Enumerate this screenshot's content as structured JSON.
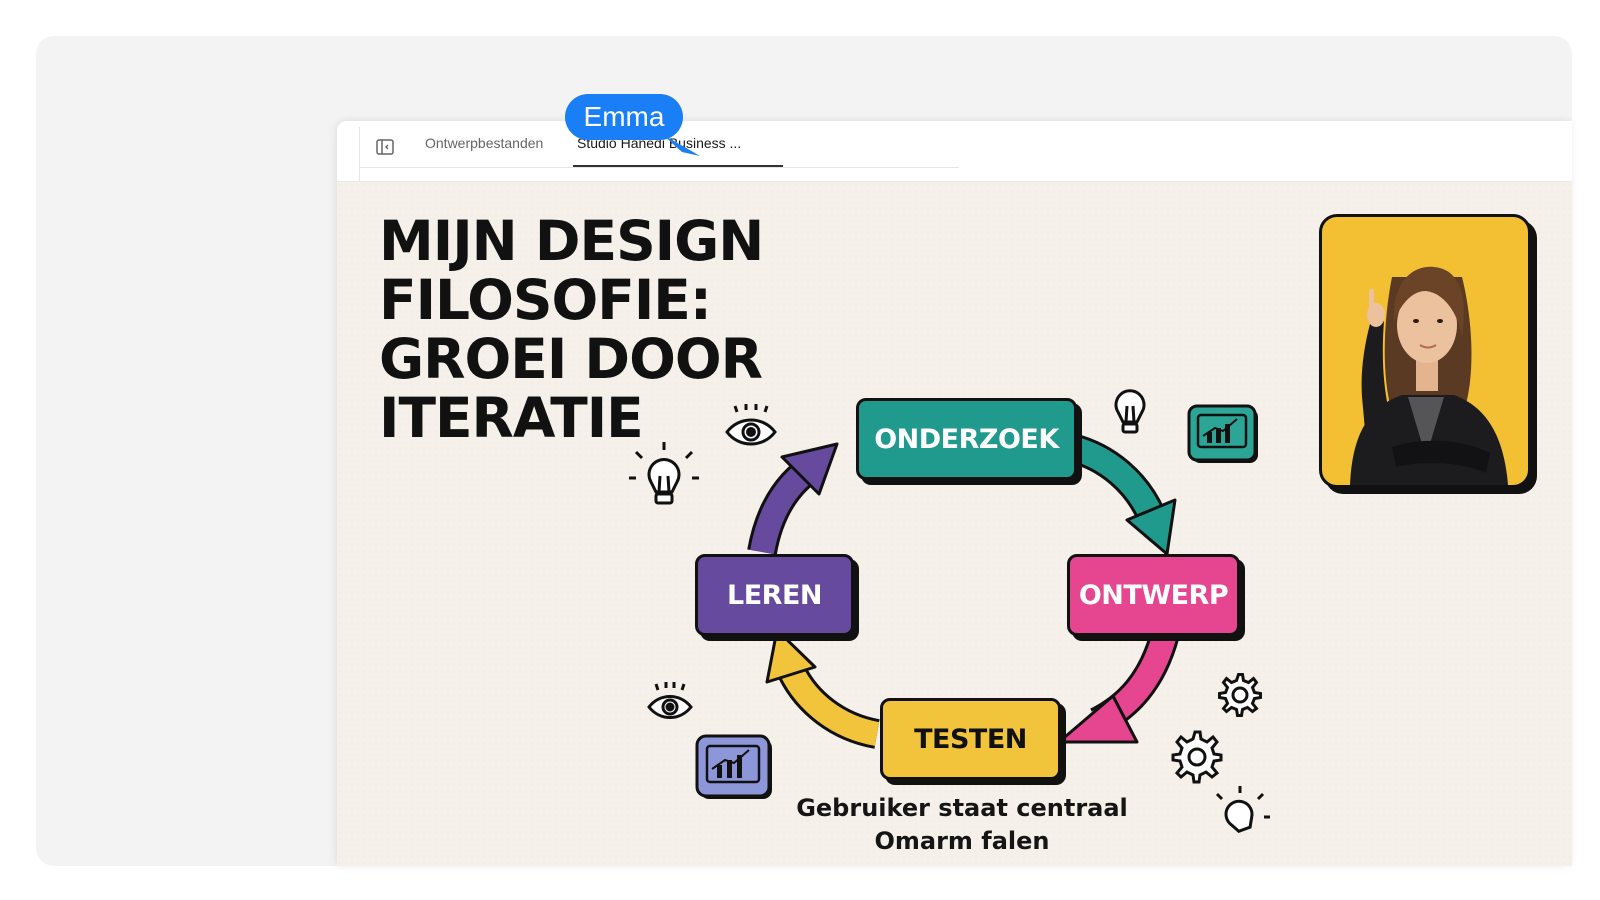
{
  "tabs": [
    {
      "label": "Ontwerpbestanden",
      "active": false
    },
    {
      "label": "Studio Hanedi Business ...",
      "active": true
    }
  ],
  "slide": {
    "title": "MIJN DESIGN FILOSOFIE: GROEI DOOR ITERATIE",
    "steps": {
      "research": "ONDERZOEK",
      "design": "ONTWERP",
      "test": "TESTEN",
      "learn": "LEREN"
    },
    "captions": [
      "Gebruiker staat centraal",
      "Omarm falen"
    ]
  },
  "collaborator": {
    "name": "Emma",
    "color": "#1a7ef7"
  },
  "colors": {
    "teal": "#1f9a8c",
    "pink": "#e6458f",
    "yellow": "#f2c43b",
    "purple": "#654a9e",
    "portrait_bg": "#f3c033"
  },
  "icons": [
    "sidebar-toggle-icon",
    "eye-icon",
    "lightbulb-icon",
    "chart-bubble-icon",
    "gear-icon",
    "person-portrait"
  ]
}
